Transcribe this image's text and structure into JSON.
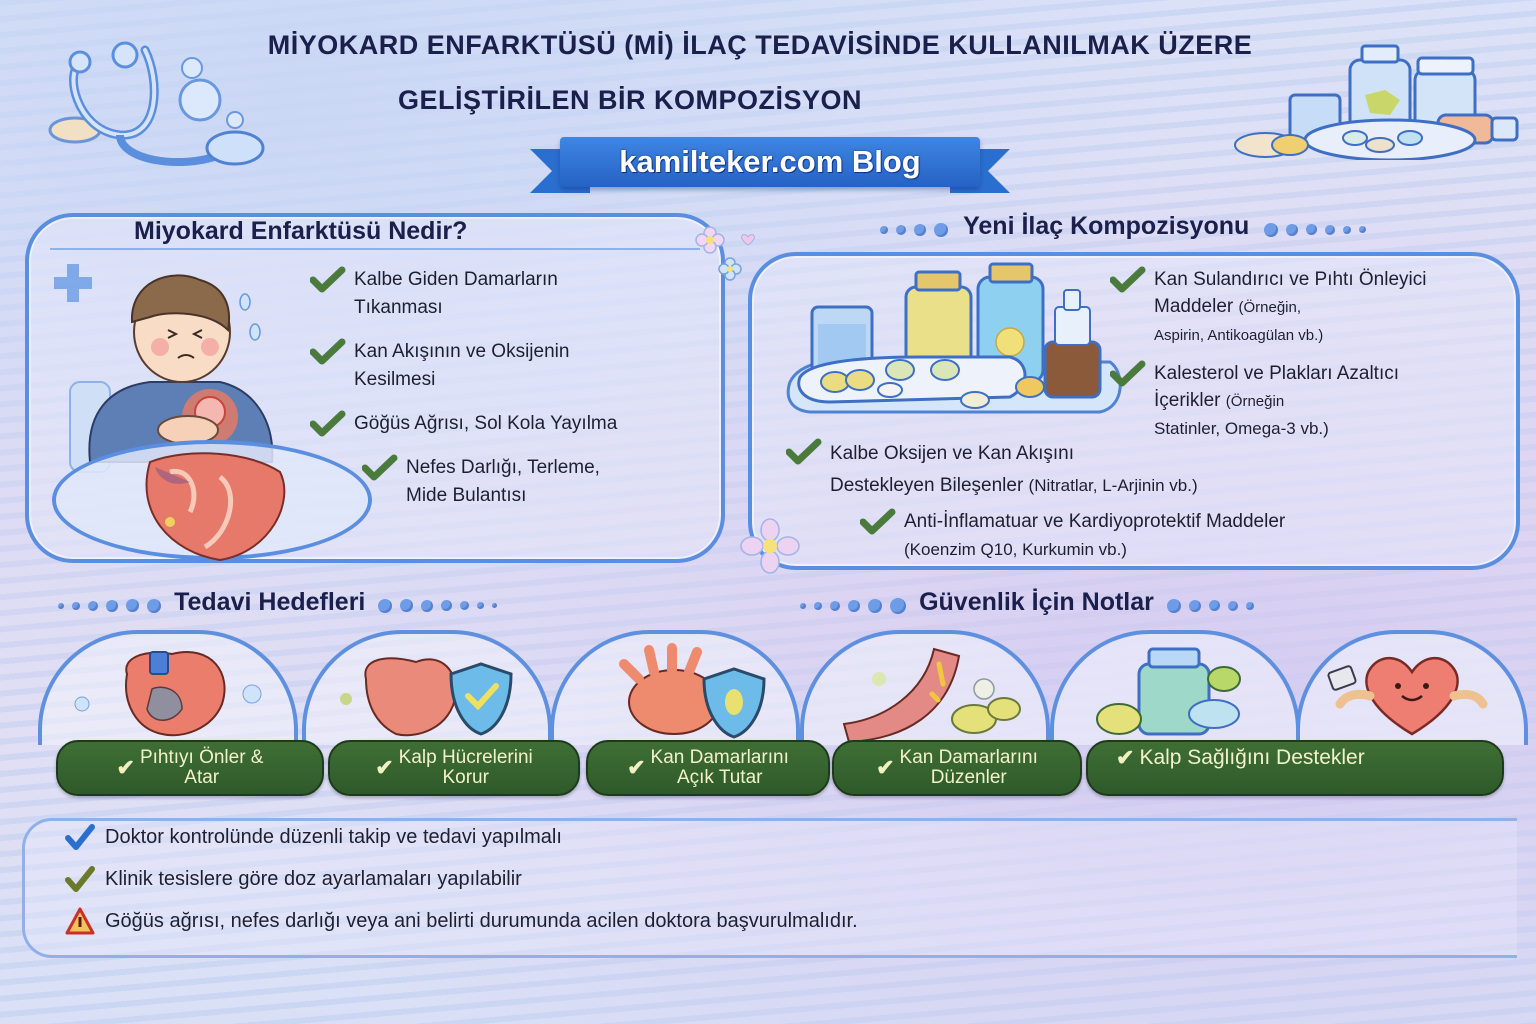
{
  "header": {
    "title_line1": "MİYOKARD ENFARKTÜSÜ (Mİ) İLAÇ TEDAVİSİNDE KULLANILMAK ÜZERE",
    "title_line2": "GELİŞTİRİLEN BİR KOMPOZİSYON",
    "ribbon": "kamilteker.com Blog"
  },
  "colors": {
    "title": "#1b1f4b",
    "ribbon": "#2a6fd0",
    "panel_border": "#5a8ee0",
    "check_green": "#4a7a3c",
    "goal_label_bg": "#35612f",
    "note_check_blue": "#2a6fd0",
    "note_check_olive": "#6b7a2a",
    "warning_red": "#d9342b"
  },
  "what_is": {
    "title": "Miyokard Enfarktüsü Nedir?",
    "items": [
      {
        "line1": "Kalbe Giden Damarların",
        "line2": "Tıkanması"
      },
      {
        "line1": "Kan Akışının ve Oksijenin",
        "line2": "Kesilmesi"
      },
      {
        "line1": "Göğüs Ağrısı, Sol Kola Yayılma",
        "line2": ""
      },
      {
        "line1": "Nefes Darlığı, Terleme,",
        "line2": "Mide Bulantısı"
      }
    ],
    "icons": [
      "medical-cross-icon",
      "sick-boy-illustration",
      "heart-anatomy-illustration"
    ]
  },
  "composition": {
    "title": "Yeni İlaç Kompozisyonu",
    "items": [
      {
        "line1": "Kan Sulandırıcı ve Pıhtı Önleyici",
        "line2": "Maddeler",
        "note1": "(Örneğin,",
        "line3": "Aspirin, Antikoagülan vb.)"
      },
      {
        "line1": "Kalesterol ve Plakları Azaltıcı",
        "line2": "İçerikler",
        "note1": "(Örneğin",
        "line3": "Statinler, Omega-3 vb.)"
      },
      {
        "line1": "Kalbe Oksijen ve Kan Akışını",
        "line2": "Destekleyen Bileşenler",
        "note1": "(Nitratlar, L-Arjinin vb.)",
        "line3": ""
      },
      {
        "line1": "Anti-İnflamatuar ve Kardiyoprotektif Maddeler",
        "line2": "(Koenzim Q10, Kurkumin vb.)",
        "note1": "",
        "line3": ""
      }
    ]
  },
  "goals": {
    "title": "Tedavi Hedefleri",
    "safety_title": "Güvenlik İçin Notlar",
    "cards": [
      {
        "icon": "heart-cross-section-icon",
        "line1": "Pıhtıyı Önler &",
        "line2": "Atar"
      },
      {
        "icon": "heart-shield-check-icon",
        "line1": "Kalp Hücrelerini",
        "line2": "Korur"
      },
      {
        "icon": "heart-shield-icon",
        "line1": "Kan Damarlarını",
        "line2": "Açık Tutar"
      },
      {
        "icon": "blood-vessel-icon",
        "line1": "Kan Damarlarını",
        "line2": "Düzenler"
      },
      {
        "icon": "medicine-jar-icon",
        "line1": "Kalp Sağlığını Destekler",
        "line2": ""
      },
      {
        "icon": "happy-heart-icon",
        "line1": "",
        "line2": ""
      }
    ]
  },
  "notes": {
    "items": [
      {
        "icon": "blue-check-icon",
        "text": "Doktor kontrolünde düzenli takip ve tedavi yapılmalı"
      },
      {
        "icon": "olive-check-icon",
        "text": "Klinik tesislere göre doz ayarlamaları yapılabilir"
      },
      {
        "icon": "warning-icon",
        "text": "Göğüs ağrısı, nefes darlığı veya ani belirti durumunda acilen doktora başvurulmalıdır."
      }
    ]
  }
}
